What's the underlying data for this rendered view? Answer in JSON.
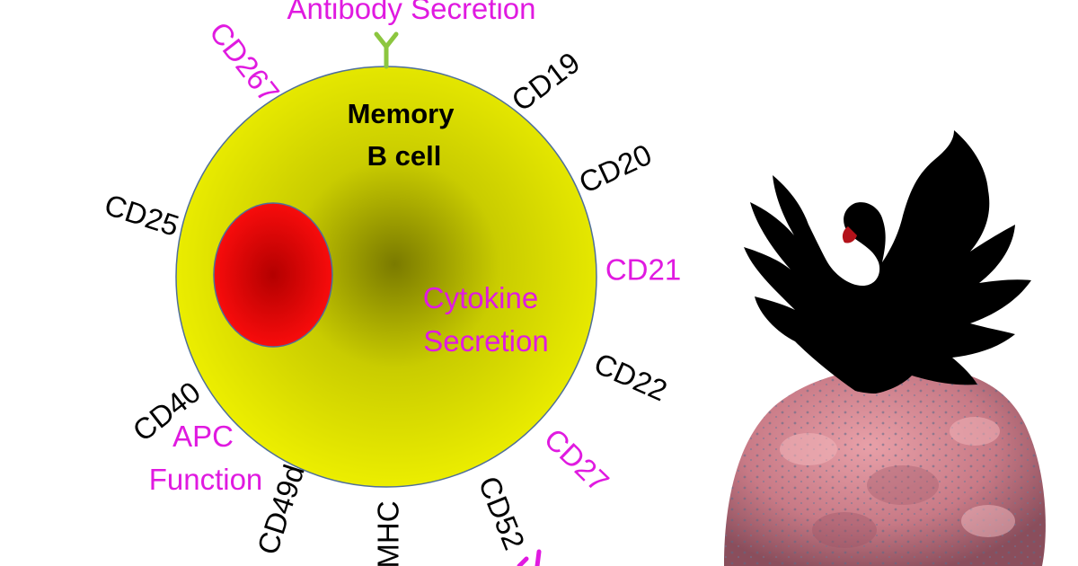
{
  "cell": {
    "title_line1": "Memory",
    "title_line2": "B cell"
  },
  "functions": {
    "antibody": "Antibody Secretion",
    "cytokine_line1": "Cytokine",
    "cytokine_line2": "Secretion",
    "apc_line1": "APC",
    "apc_line2": "Function"
  },
  "markers": {
    "cd267": "CD267",
    "cd19": "CD19",
    "cd20": "CD20",
    "cd21": "CD21",
    "cd22": "CD22",
    "cd27": "CD27",
    "cd52": "CD52",
    "mhc": "MHC",
    "cd49d": "CD49d",
    "cd40": "CD40",
    "cd25": "CD25"
  },
  "colors": {
    "cell_fill": "#eef000",
    "cell_center": "#7a7a00",
    "nucleus": "#ff0d0d",
    "nucleus_center": "#b30000",
    "outline": "#4f6f9a",
    "magenta": "#e01ae0",
    "antibody": "#8cc63f"
  },
  "icons": [
    "antibody-y-icon",
    "black-swan-logo",
    "lymphocyte-image"
  ]
}
